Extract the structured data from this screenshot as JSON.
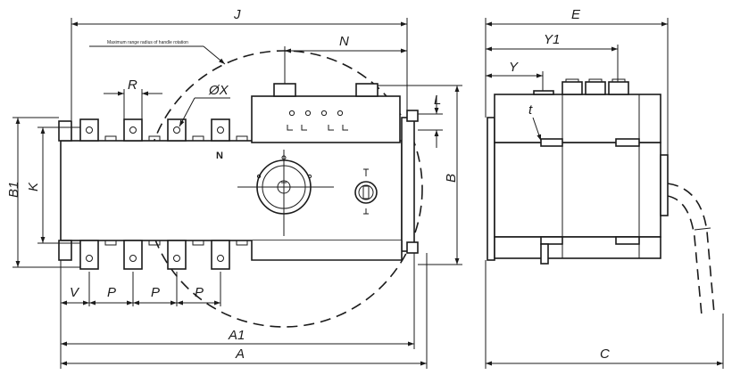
{
  "dimensions": {
    "J": "J",
    "N": "N",
    "R": "R",
    "phiX": "ØX",
    "L": "L",
    "B": "B",
    "B1": "B1",
    "K": "K",
    "V": "V",
    "P1": "P",
    "P2": "P",
    "P3": "P",
    "A1": "A1",
    "A": "A",
    "E": "E",
    "Y1": "Y1",
    "Y": "Y",
    "t": "t",
    "C": "C"
  },
  "annotation": "Maximum range radius of handle rotation",
  "neutral_mark": "N"
}
